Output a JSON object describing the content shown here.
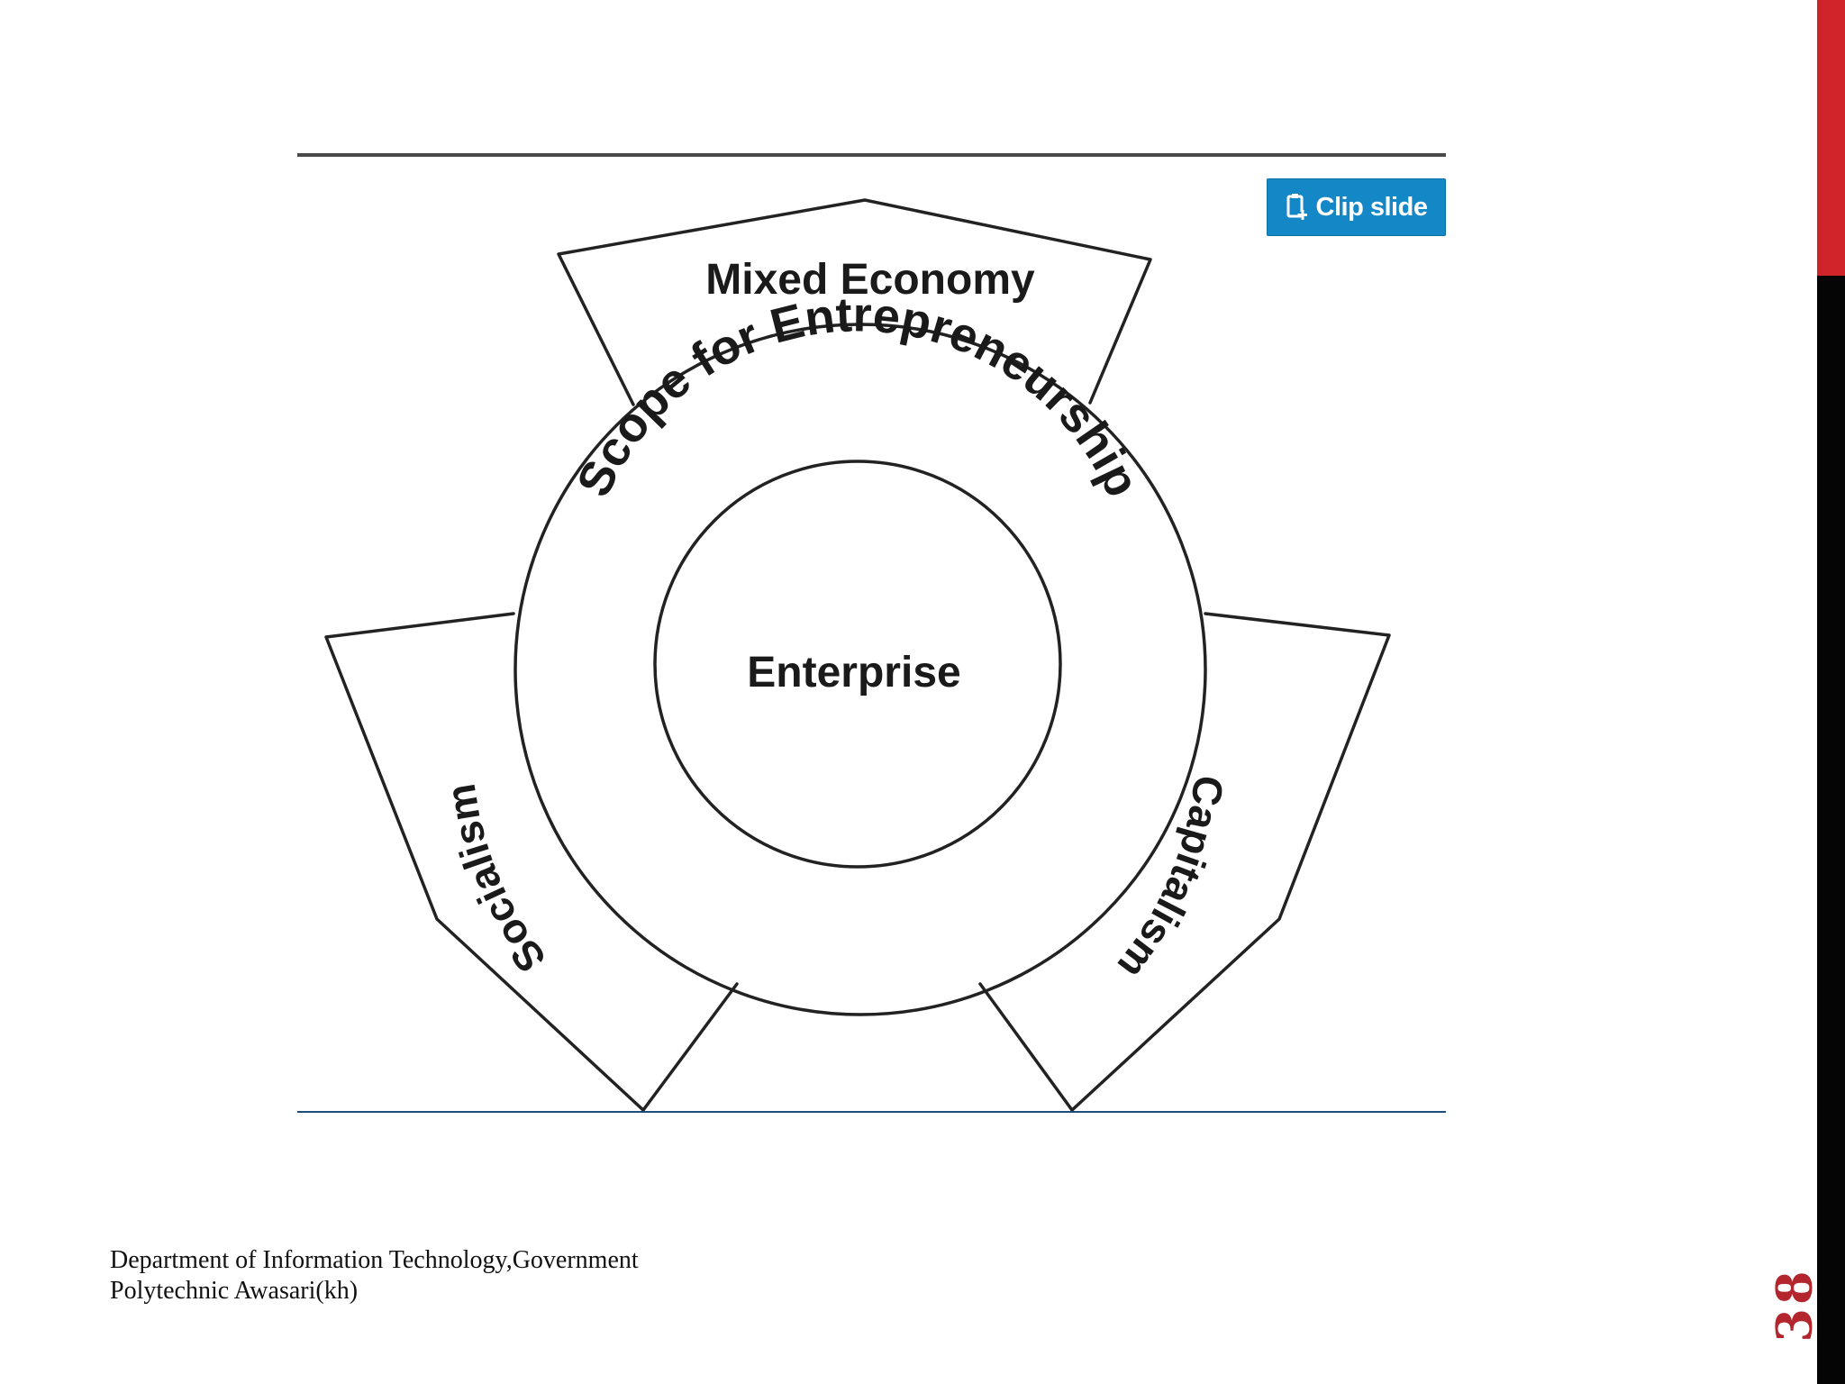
{
  "slide": {
    "page_number": "38",
    "accent_color": "#d0242b",
    "footer": {
      "line1": "Department of Information Technology,Government",
      "line2": "Polytechnic Awasari(kh)"
    }
  },
  "toolbar": {
    "clip_slide_label": "Clip slide",
    "clip_slide_icon": "clipboard-plus-icon",
    "button_color": "#1488c6"
  },
  "diagram": {
    "center": "Enterprise",
    "ring": "Scope for Entrepreneurship",
    "top_sector": "Mixed Economy",
    "left_sector": "Socialism",
    "right_sector": "Capitalism"
  }
}
